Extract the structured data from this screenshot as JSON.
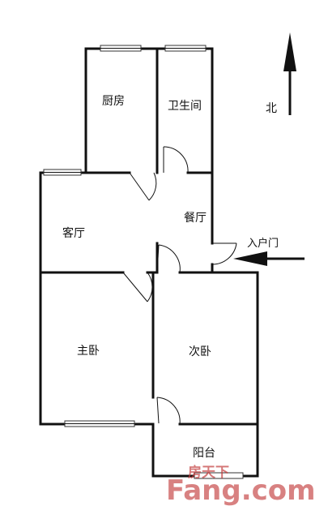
{
  "rooms": {
    "kitchen": "厨房",
    "bathroom": "卫生间",
    "living_room": "客厅",
    "dining_room": "餐厅",
    "master_bedroom": "主卧",
    "second_bedroom": "次卧",
    "balcony": "阳台"
  },
  "entrance_label": "入户门",
  "compass_label": "北",
  "watermark": {
    "text": "Fang.com",
    "sub_text": "房天下"
  },
  "colors": {
    "wall": "#111111",
    "watermark": "#c23a3a"
  }
}
